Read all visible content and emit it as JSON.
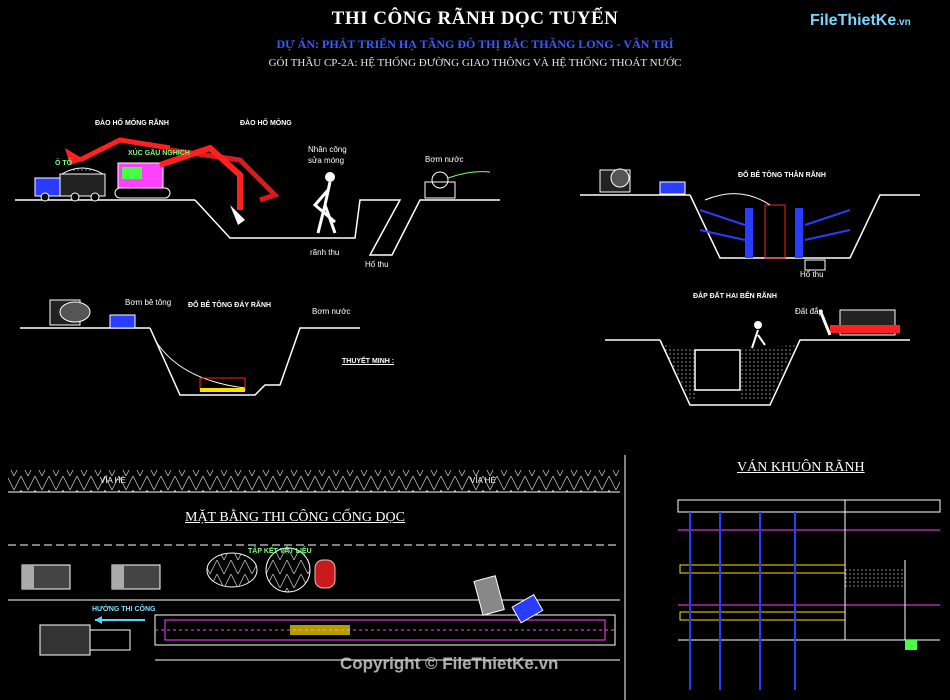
{
  "header": {
    "main_title": "THI CÔNG RÃNH DỌC TUYẾN",
    "project": "DỰ ÁN: PHÁT TRIỂN HẠ TẦNG ĐÔ THỊ BẮC THĂNG LONG - VÂN TRÌ",
    "package": "GÓI THẦU CP-2A: HỆ THỐNG ĐƯỜNG GIAO THÔNG VÀ HỆ THỐNG THOÁT NƯỚC"
  },
  "logo": {
    "text": "FileThietKe",
    "ext": ".vn"
  },
  "watermark": "Copyright © FileThietKe.vn",
  "panel1": {
    "label_excavate_trench": "ĐÀO HỐ MÓNG RÃNH",
    "label_excavate_pit": "ĐÀO HỐ MÓNG",
    "label_truck": "Ô TÔ",
    "label_excavator": "XÚC GẦU NGHỊCH",
    "label_manual_1": "Nhân công",
    "label_manual_2": "sửa móng",
    "label_pump": "Bơm nước",
    "label_trench_collect": "rãnh thu",
    "label_sump": "Hố thu"
  },
  "panel2": {
    "label_concrete_pump": "Bơm bê tông",
    "label_pour_bottom": "ĐỔ BÊ TÔNG ĐÁY RÃNH",
    "label_pump": "Bơm nước",
    "label_explain": "THUYẾT MINH :"
  },
  "panel3": {
    "label_pour_body": "ĐỔ BÊ TÔNG THÂN RÃNH",
    "label_sump": "Hố thu"
  },
  "panel4": {
    "label_backfill": "ĐẮP ĐẤT HAI BÊN RÃNH",
    "label_fill": "Đất đắp"
  },
  "plan": {
    "label_sidewalk_left": "VỈA HÈ",
    "label_sidewalk_right": "VỈA HÈ",
    "title": "MẶT BẰNG THI CÔNG CỐNG DỌC",
    "label_direction": "HƯỚNG THI CÔNG",
    "label_material": "TẬP KẾT VẬT LIỆU"
  },
  "formwork": {
    "title": "VÁN KHUÔN RÃNH"
  },
  "colors": {
    "background": "#000000",
    "excavator_red": "#ff2020",
    "trench_white": "#ffffff",
    "formwork_blue": "#2a3cff",
    "magenta": "#ff40ff",
    "yellow": "#ffe000",
    "green": "#46ff46",
    "cyan": "#4fd8ff"
  }
}
